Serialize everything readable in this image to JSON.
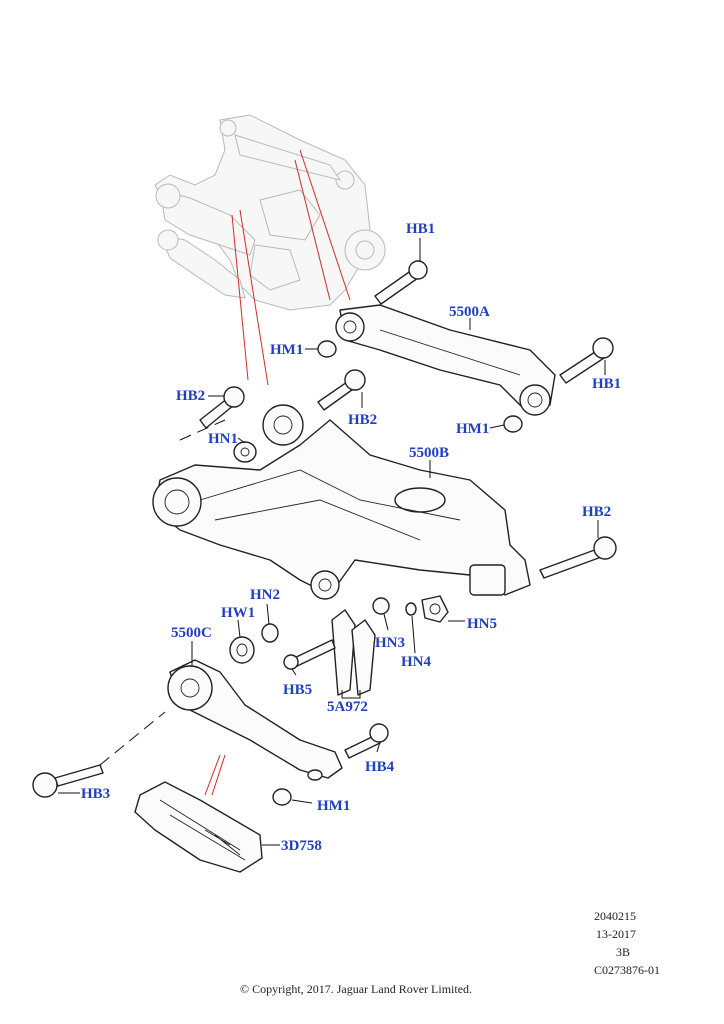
{
  "labels": {
    "hb1_top": "HB1",
    "p5500a": "5500A",
    "hm1_top": "HM1",
    "hb1_right": "HB1",
    "hm1_mid": "HM1",
    "hb2_left": "HB2",
    "hb2_mid": "HB2",
    "hn1": "HN1",
    "p5500b": "5500B",
    "hb2_right": "HB2",
    "hn2": "HN2",
    "hw1": "HW1",
    "p5500c": "5500C",
    "hn3": "HN3",
    "hn4": "HN4",
    "hn5": "HN5",
    "hb5": "HB5",
    "p5a972": "5A972",
    "hb4": "HB4",
    "hb3": "HB3",
    "hm1_bottom": "HM1",
    "p3d758": "3D758"
  },
  "meta": {
    "code": "2040215",
    "date": "13-2017",
    "rev": "3B",
    "ref": "C0273876-01"
  },
  "copyright": "© Copyright, 2017. Jaguar Land Rover Limited.",
  "colors": {
    "label": "#1f3fbf",
    "callout": "#d22a2a",
    "line": "#222222"
  }
}
